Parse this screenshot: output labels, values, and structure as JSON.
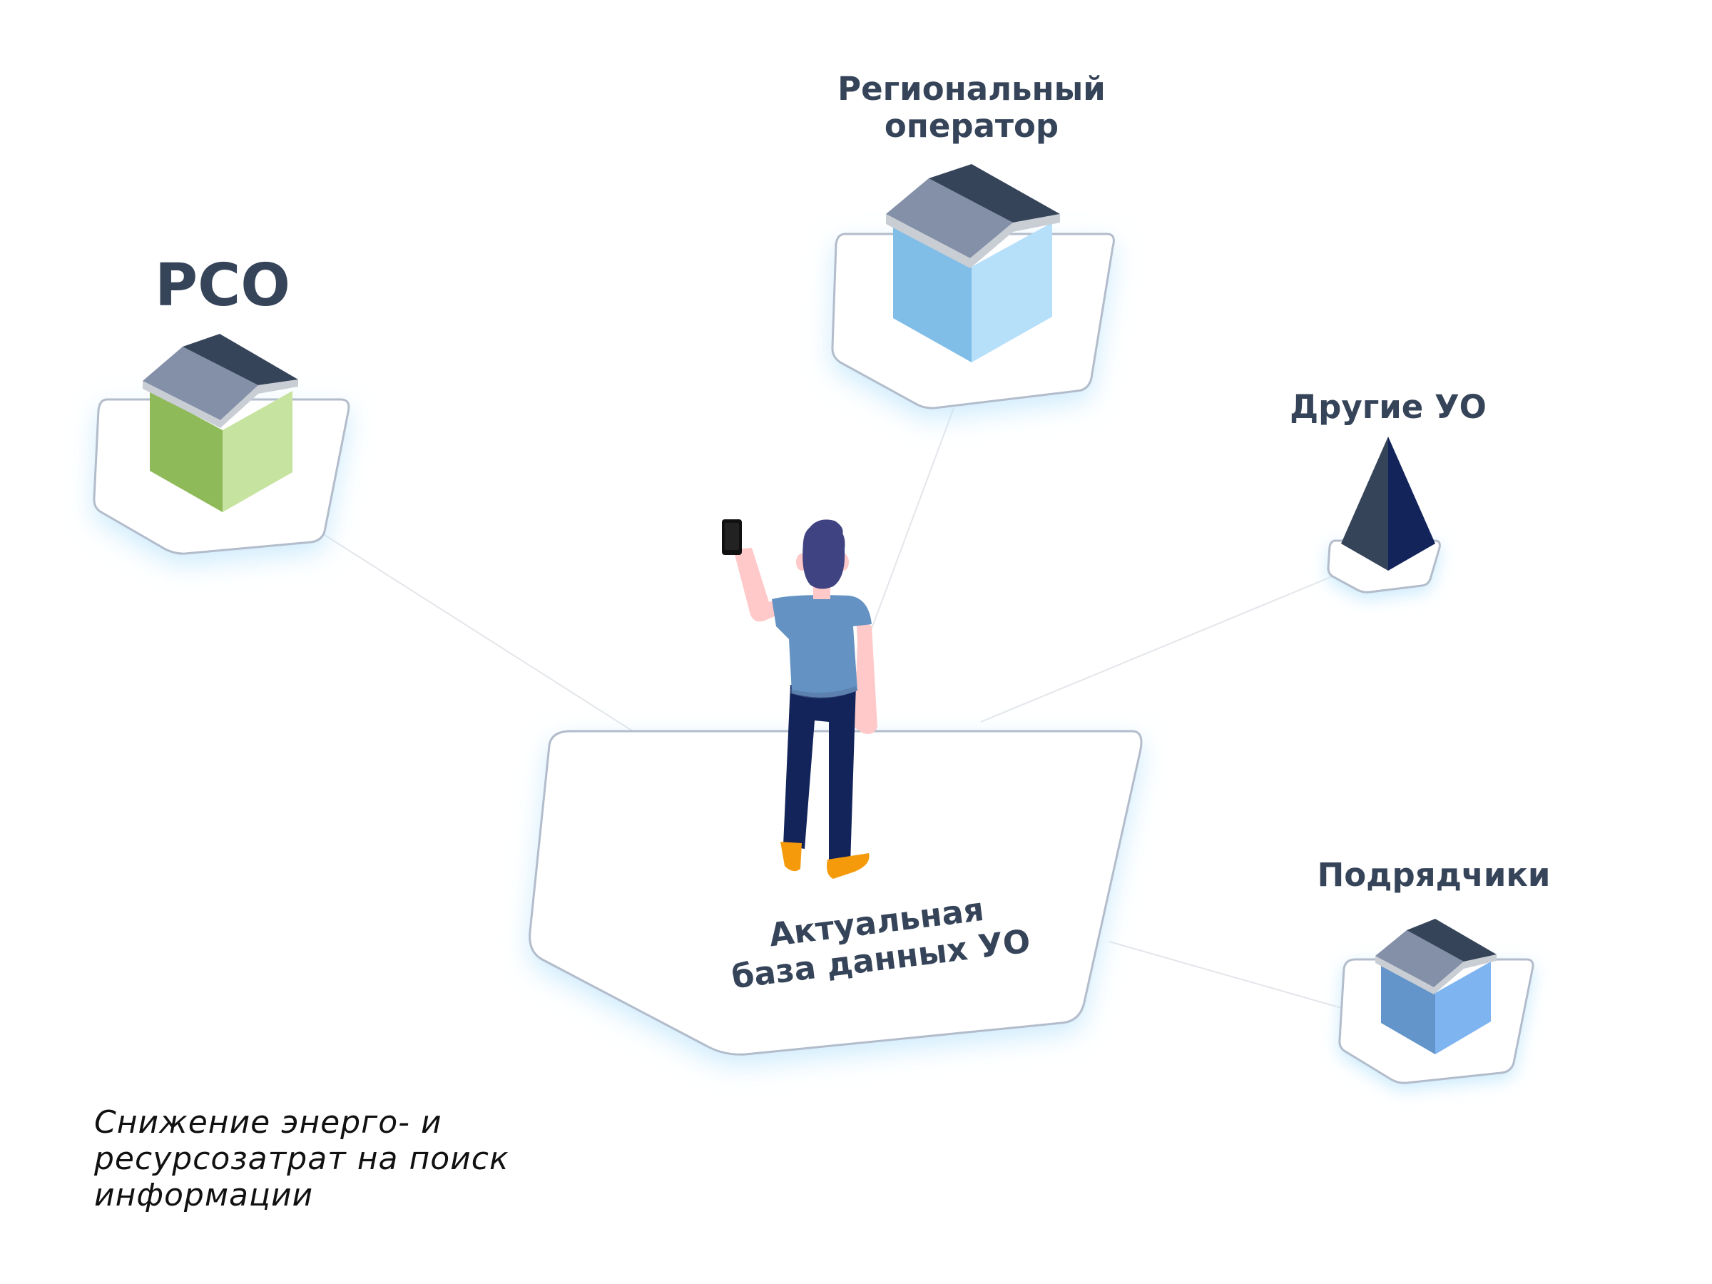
{
  "nodes": {
    "rso": {
      "label": "РСО",
      "icon": "green-house-icon"
    },
    "regional_operator": {
      "label_line1": "Региональный",
      "label_line2": "оператор",
      "icon": "blue-house-icon"
    },
    "other_uo": {
      "label": "Другие УО",
      "icon": "pyramid-icon"
    },
    "contractors": {
      "label": "Подрядчики",
      "icon": "small-blue-house-icon"
    },
    "center": {
      "label_line1": "Актуальная",
      "label_line2": "база данных УО",
      "icon": "person-with-phone-icon"
    }
  },
  "caption": {
    "line1": "Снижение энерго- и",
    "line2": "ресурсозатрат на поиск",
    "line3": "информации"
  },
  "colors": {
    "label_text": "#364459",
    "roof_dark": "#364459",
    "roof_light": "#8390A8",
    "rso_wall_left": "#8FBA5A",
    "rso_wall_right": "#C7E3A0",
    "operator_wall_left": "#80BEE8",
    "operator_wall_right": "#B6DFFA",
    "contractor_wall_left": "#6395CB",
    "contractor_wall_right": "#7EB4F0",
    "pyramid_left": "#364459",
    "pyramid_right": "#13245A"
  }
}
